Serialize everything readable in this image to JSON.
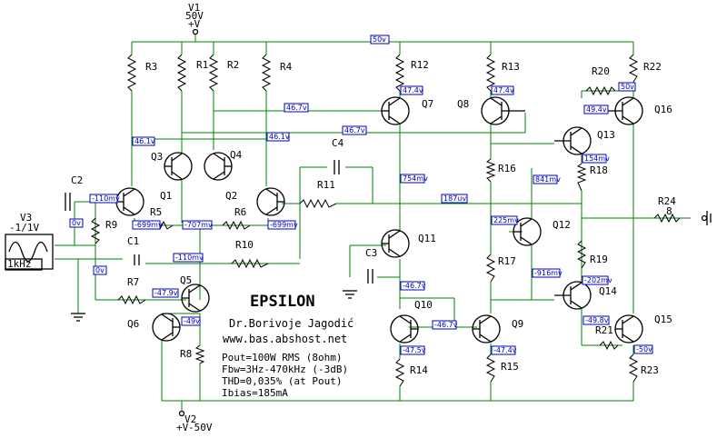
{
  "title": "EPSILON",
  "author": "Dr.Borivoje Jagodić",
  "website": "www.bas.abshost.net",
  "specs": [
    "Pout=100W RMS (8ohm)",
    "Fbw=3Hz-470kHz (-3dB)",
    "THD=0,035% (at Pout)",
    "Ibias=185mA"
  ],
  "sources": {
    "v1": {
      "name": "V1",
      "value": "50V",
      "node": "+V"
    },
    "v2": {
      "name": "V2",
      "value": "-50V",
      "node": "+V"
    },
    "v3": {
      "name": "V3",
      "value": "-1/1V",
      "freq": "1kHz"
    }
  },
  "components": {
    "R1": "R1",
    "R2": "R2",
    "R3": "R3",
    "R4": "R4",
    "R5": "R5",
    "R6": "R6",
    "R7": "R7",
    "R8": "R8",
    "R9": "R9",
    "R10": "R10",
    "R11": "R11",
    "R12": "R12",
    "R13": "R13",
    "R14": "R14",
    "R15": "R15",
    "R16": "R16",
    "R17": "R17",
    "R18": "R18",
    "R19": "R19",
    "R20": "R20",
    "R21": "R21",
    "R22": "R22",
    "R23": "R23",
    "R24": "R24",
    "R24_value": "8",
    "C1": "C1",
    "C2": "C2",
    "C3": "C3",
    "C4": "C4",
    "Q1": "Q1",
    "Q2": "Q2",
    "Q3": "Q3",
    "Q4": "Q4",
    "Q5": "Q5",
    "Q6": "Q6",
    "Q7": "Q7",
    "Q8": "Q8",
    "Q9": "Q9",
    "Q10": "Q10",
    "Q11": "Q11",
    "Q12": "Q12",
    "Q13": "Q13",
    "Q14": "Q14",
    "Q15": "Q15",
    "Q16": "Q16"
  },
  "voltage_labels": {
    "top_rail": "50v",
    "q7_e": "47.4v",
    "q8_e": "47.4v",
    "q16_c": "50v",
    "q13_c": "49.4v",
    "r1_node": "46.7v",
    "q8_b": "46.7v",
    "q3_c": "46.1v",
    "q4_c": "46.1v",
    "q7_c": "754mv",
    "out_node": "187uv",
    "q13_e": "154mv",
    "q12_c": "841mv",
    "q12_b": "225mv",
    "q1_b": "-110mv",
    "q1_e": "-699mv",
    "q2_b": "-707mv",
    "q2_e": "-699mv",
    "fb_node": "-110mv",
    "in_gnd": "0v",
    "c2_node": "0v",
    "q5_b": "-47.9v",
    "q6_b": "-49v",
    "q11_e": "-46.7v",
    "q10_b": "-46.7v",
    "q10_e": "-47.5v",
    "q9_e": "-47.4v",
    "q12_e": "-916mv",
    "q14_e": "-202mv",
    "q15_b": "-49.8v",
    "q15_e": "-50v"
  }
}
